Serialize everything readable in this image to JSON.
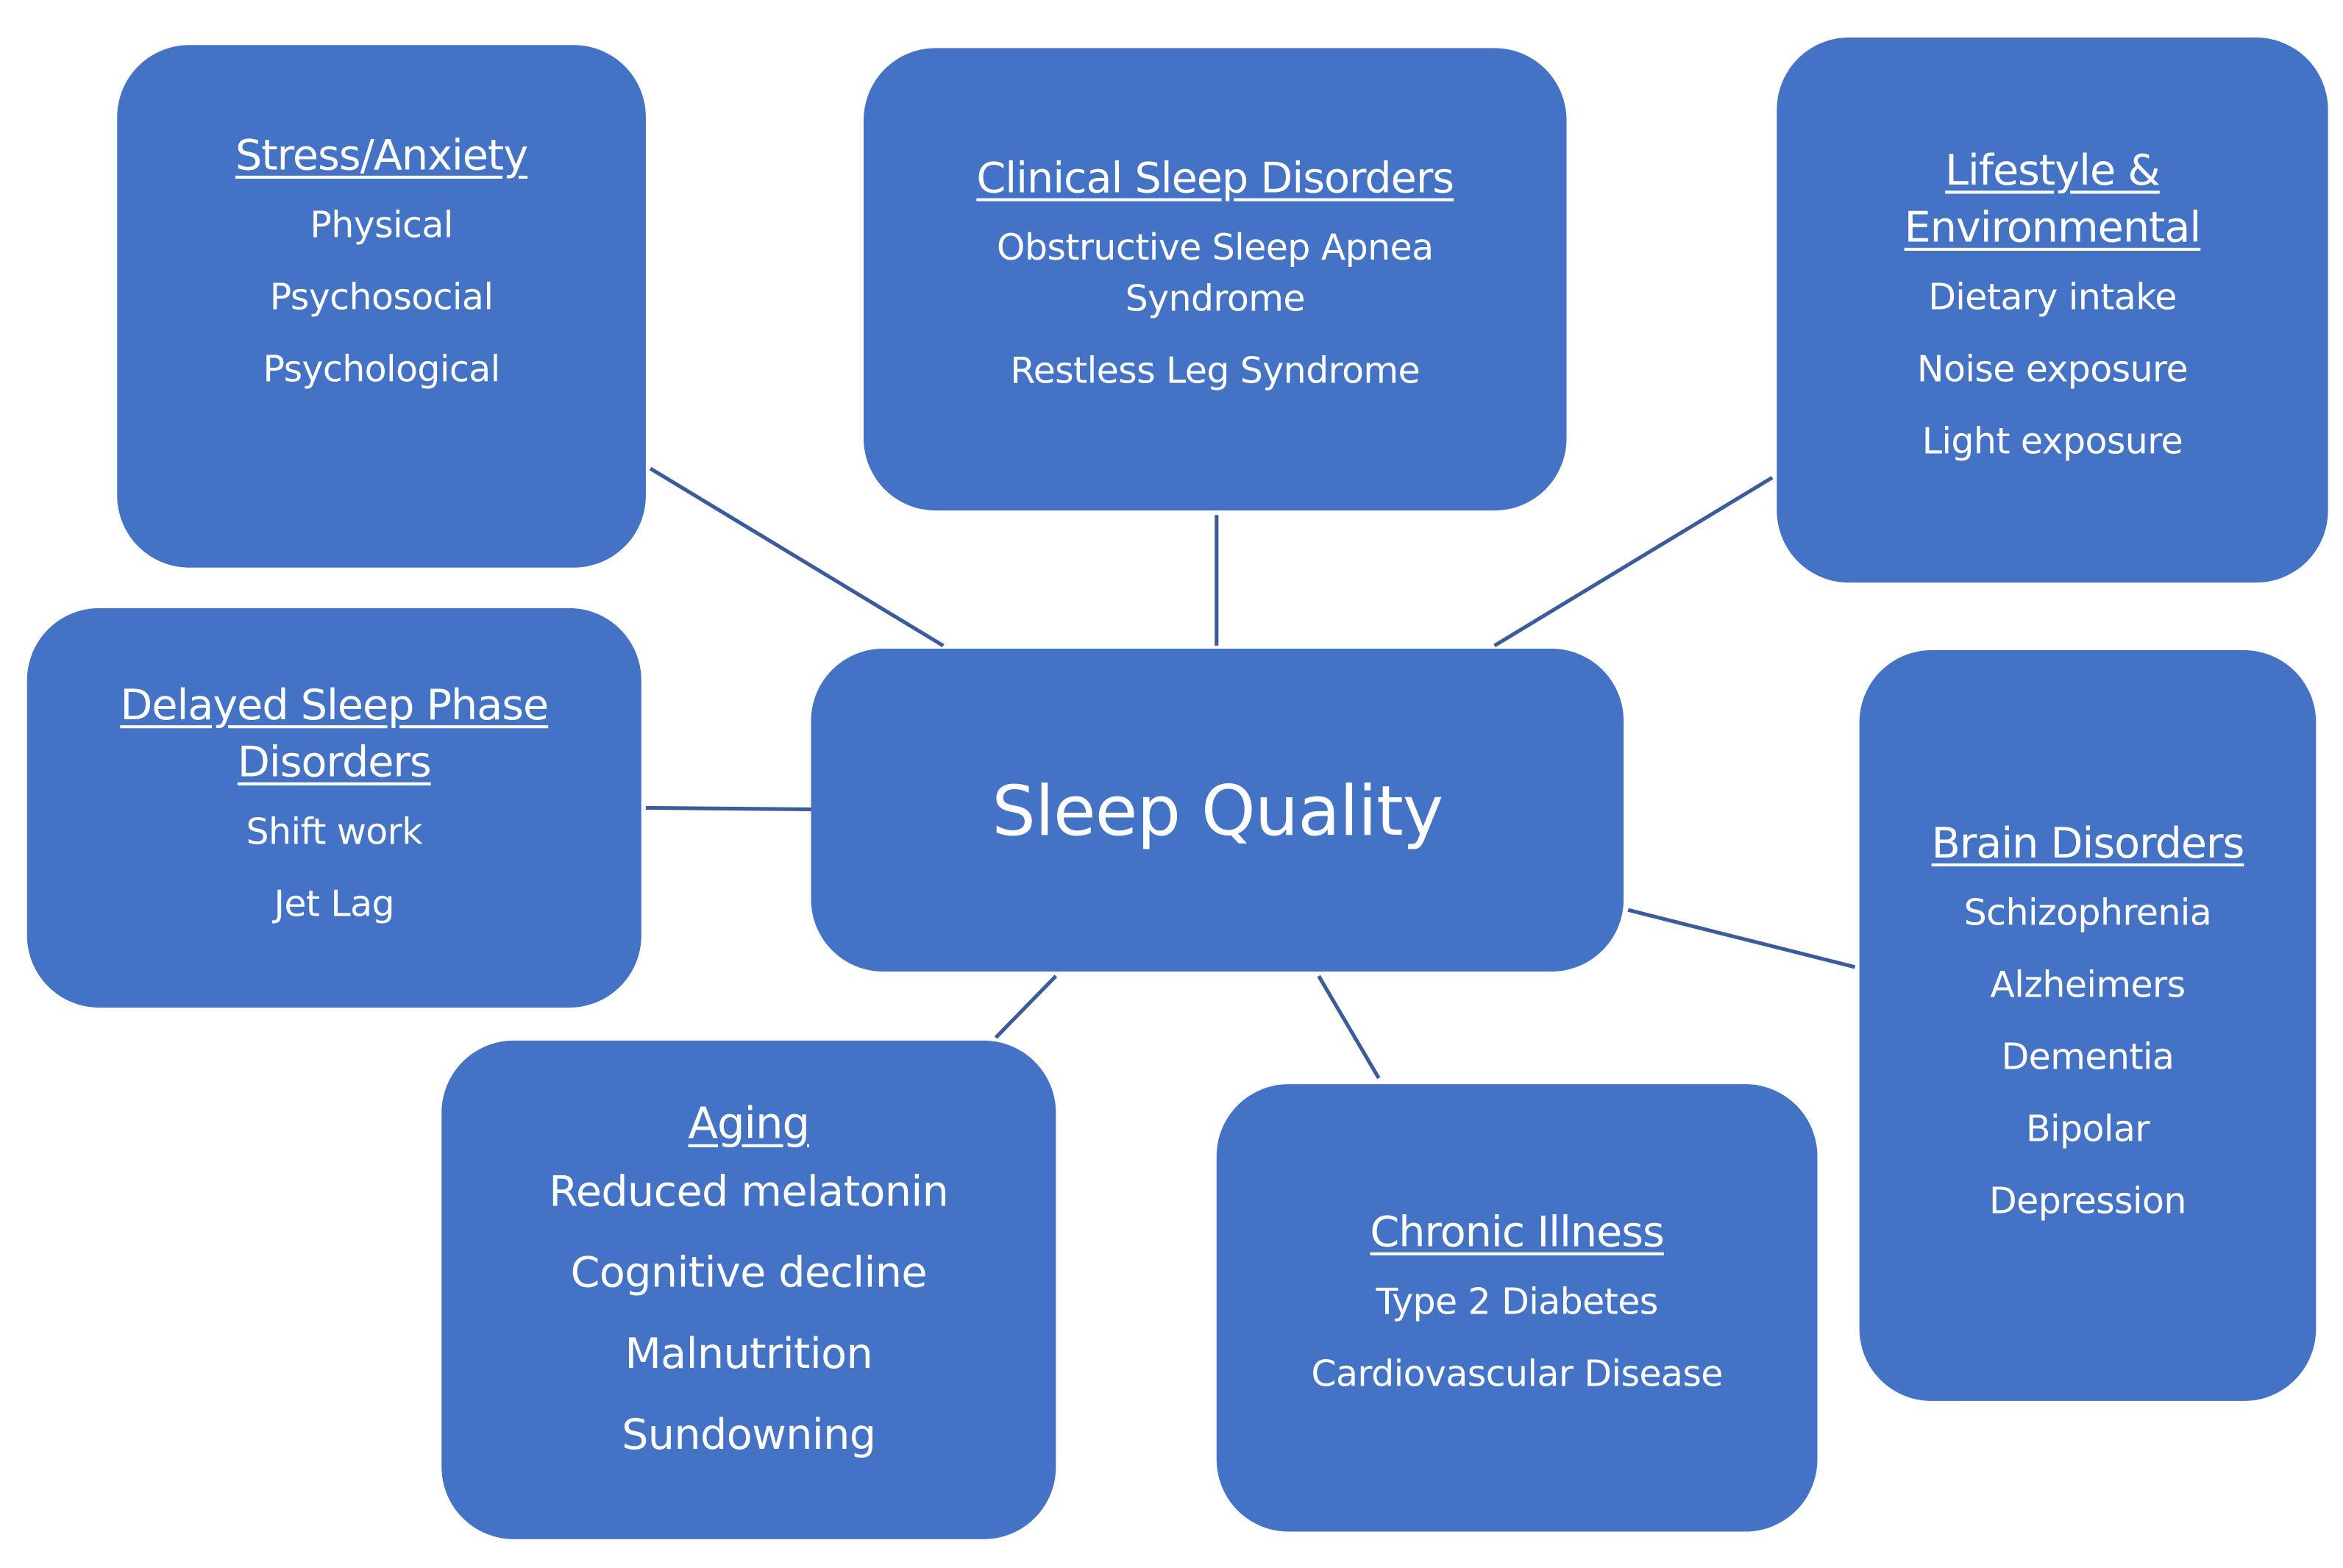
{
  "colors": {
    "box_fill": "#4472C4",
    "line": "#3B5C9A",
    "text": "#FFFFFF"
  },
  "center": {
    "title": "Sleep Quality"
  },
  "nodes": {
    "stress": {
      "title": "Stress/Anxiety",
      "items": [
        "Physical",
        "Psychosocial",
        "Psychological"
      ]
    },
    "clinical": {
      "title": "Clinical Sleep Disorders",
      "items": [
        "Obstructive Sleep Apnea Syndrome",
        "Restless Leg Syndrome"
      ]
    },
    "lifestyle": {
      "title": "Lifestyle & Environmental",
      "items": [
        "Dietary intake",
        "Noise exposure",
        "Light exposure"
      ]
    },
    "delayed": {
      "title": "Delayed Sleep Phase Disorders",
      "items": [
        "Shift work",
        "Jet Lag"
      ]
    },
    "brain": {
      "title": "Brain Disorders",
      "items": [
        "Schizophrenia",
        "Alzheimers",
        "Dementia",
        "Bipolar",
        "Depression"
      ]
    },
    "aging": {
      "title": "Aging",
      "items": [
        "Reduced melatonin",
        "Cognitive decline",
        "Malnutrition",
        "Sundowning"
      ]
    },
    "chronic": {
      "title": "Chronic Illness",
      "items": [
        "Type 2 Diabetes",
        "Cardiovascular Disease"
      ]
    }
  }
}
